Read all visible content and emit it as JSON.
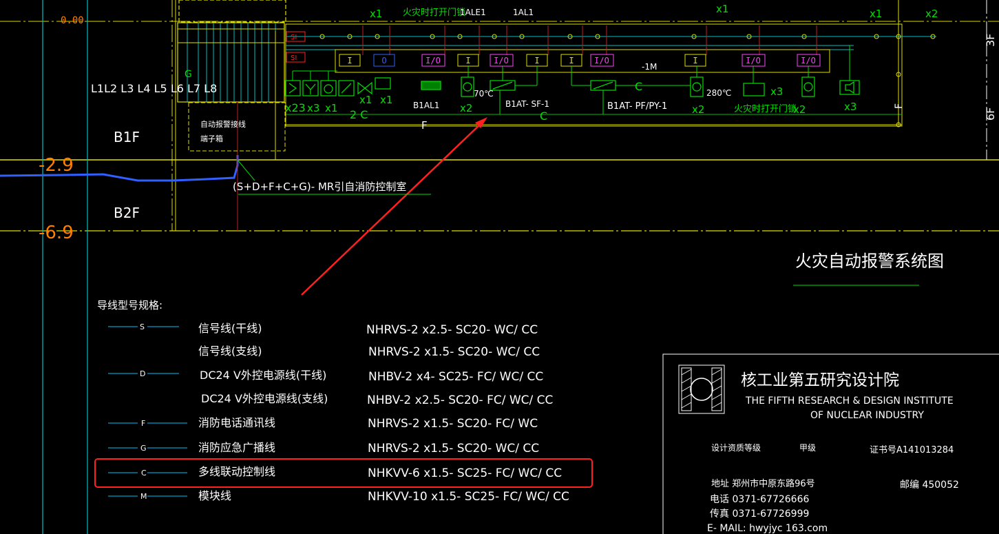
{
  "colors": {
    "background": "#000000",
    "yellow": "#ffff00",
    "white": "#ffffff",
    "green": "#00ff00",
    "cyan": "#00ffff",
    "magenta": "#ff00ff",
    "blue": "#3060ff",
    "red": "#ff2020",
    "orange": "#ff8000",
    "darkred": "#c02020"
  },
  "floors": {
    "b1f": "B1F",
    "b2f": "B2F",
    "f3": "3F",
    "f6": "6F"
  },
  "elevations": {
    "zero": "0.00",
    "m29": "-2.9",
    "m69": "-6.9"
  },
  "riser_labels": {
    "lines": "L1L2 L3 L4 L5 L6 L7 L8",
    "g": "G",
    "si_top": "SI",
    "si_bottom": "SI"
  },
  "terminal_box": {
    "line1": "自动报警接线",
    "line2": "端子箱"
  },
  "top_labels": {
    "x1a": "x1",
    "door_a": "火灾时打开门锁",
    "ale1": "1ALE1",
    "al1": "1AL1",
    "x1b": "x1",
    "x1c": "x1",
    "x2a": "x2"
  },
  "modules": {
    "m1": "I",
    "m2": "O",
    "m3": "I/O",
    "m4": "I",
    "m5": "I/O",
    "m6": "I",
    "m7": "I",
    "m8": "I/O",
    "m9": "I",
    "m10": "I/O",
    "m11": "I/O"
  },
  "device_labels": {
    "x23": "x23",
    "x3a": "x3",
    "x1d": "x1",
    "x1e": "x1",
    "x1f": "x1",
    "b1al1": "B1AL1",
    "x2b": "x2",
    "t70": "70℃",
    "b1at_sf": "B1AT- SF-1",
    "b1at_pf": "B1AT- PF/PY-1",
    "m1m": "-1M",
    "c1": "C",
    "c2": "C",
    "t280": "280℃",
    "x2c": "x2",
    "door_b": "火灾时打开门锁",
    "x3b": "x3",
    "x2d": "x2",
    "x3c": "x3",
    "f_mid": "F",
    "f_right": "F",
    "c2_label": "2 C"
  },
  "riser_note": "(S+D+F+C+G)- MR引自消防控制室",
  "diagram_title": "火灾自动报警系统图",
  "legend": {
    "heading": "导线型号规格:",
    "rows": [
      {
        "code": "S",
        "name": "信号线(干线)",
        "spec": "NHRVS-2 x2.5- SC20- WC/ CC"
      },
      {
        "code": "",
        "name": "信号线(支线)",
        "spec": "NHRVS-2 x1.5- SC20- WC/ CC"
      },
      {
        "code": "D",
        "name": "DC24 V外控电源线(干线)",
        "spec": "NHBV-2 x4- SC25- FC/ WC/ CC"
      },
      {
        "code": "",
        "name": "DC24 V外控电源线(支线)",
        "spec": "NHBV-2 x2.5- SC20- FC/ WC/ CC"
      },
      {
        "code": "F",
        "name": "消防电话通讯线",
        "spec": "NHRVS-2 x1.5- SC20- FC/ WC"
      },
      {
        "code": "G",
        "name": "消防应急广播线",
        "spec": "NHRVS-2 x1.5- SC20- WC/ CC"
      },
      {
        "code": "C",
        "name": "多线联动控制线",
        "spec": "NHKVV-6 x1.5- SC25- FC/ WC/ CC"
      },
      {
        "code": "M",
        "name": "模块线",
        "spec": "NHKVV-10 x1.5- SC25- FC/ WC/ CC"
      }
    ]
  },
  "title_block": {
    "institute_cn": "核工业第五研究设计院",
    "institute_en1": "THE FIFTH RESEARCH & DESIGN  INSTITUTE",
    "institute_en2": "OF NUCLEAR INDUSTRY",
    "qual_label": "设计资质等级",
    "qual_value": "甲级",
    "cert": "证书号A141013284",
    "address": "地址  郑州市中原东路96号",
    "postcode": "邮编 450052",
    "tel": "电话 0371-67726666",
    "fax": "传真 0371-67726999",
    "email": "E- MAIL: hwyjyc   163.com"
  }
}
